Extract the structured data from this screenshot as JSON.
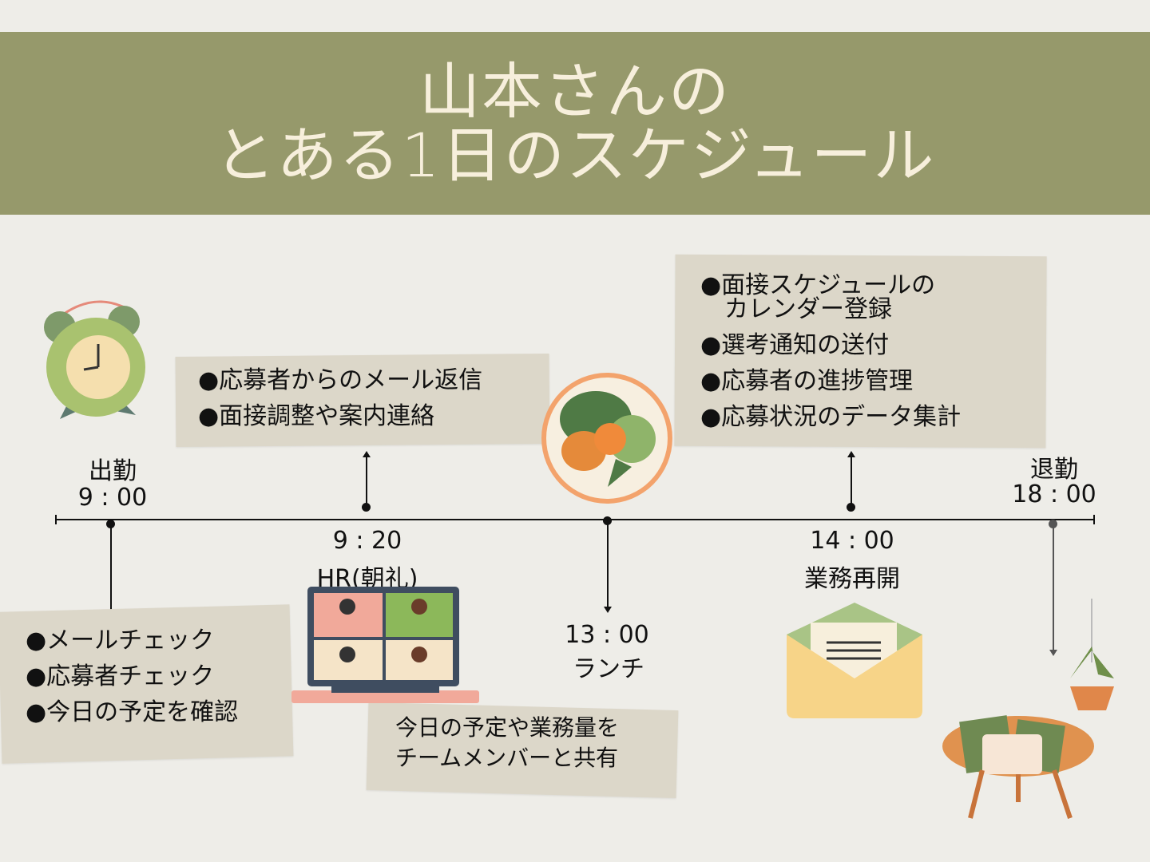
{
  "title": {
    "line1": "山本さんの",
    "line2": "とある1日のスケジュール"
  },
  "colors": {
    "banner": "#96996b",
    "title_text": "#f7efdc",
    "background": "#eeede8",
    "tape": "#dcd7c9"
  },
  "events": [
    {
      "label": "出勤",
      "time": "9 : 00",
      "tasks": [
        "●メールチェック",
        "●応募者チェック",
        "●今日の予定を確認"
      ]
    },
    {
      "time": "9 : 20",
      "label": "HR(朝礼)",
      "tasks": [
        "●応募者からのメール返信",
        "●面接調整や案内連絡"
      ],
      "note": [
        "今日の予定や業務量を",
        "チームメンバーと共有"
      ]
    },
    {
      "time": "13 : 00",
      "label": "ランチ"
    },
    {
      "time": "14 : 00",
      "label": "業務再開",
      "tasks": [
        "●面接スケジュールの",
        "　カレンダー登録",
        "●選考通知の送付",
        "●応募者の進捗管理",
        "●応募状況のデータ集計"
      ]
    },
    {
      "label": "退勤",
      "time": "18 : 00"
    }
  ]
}
